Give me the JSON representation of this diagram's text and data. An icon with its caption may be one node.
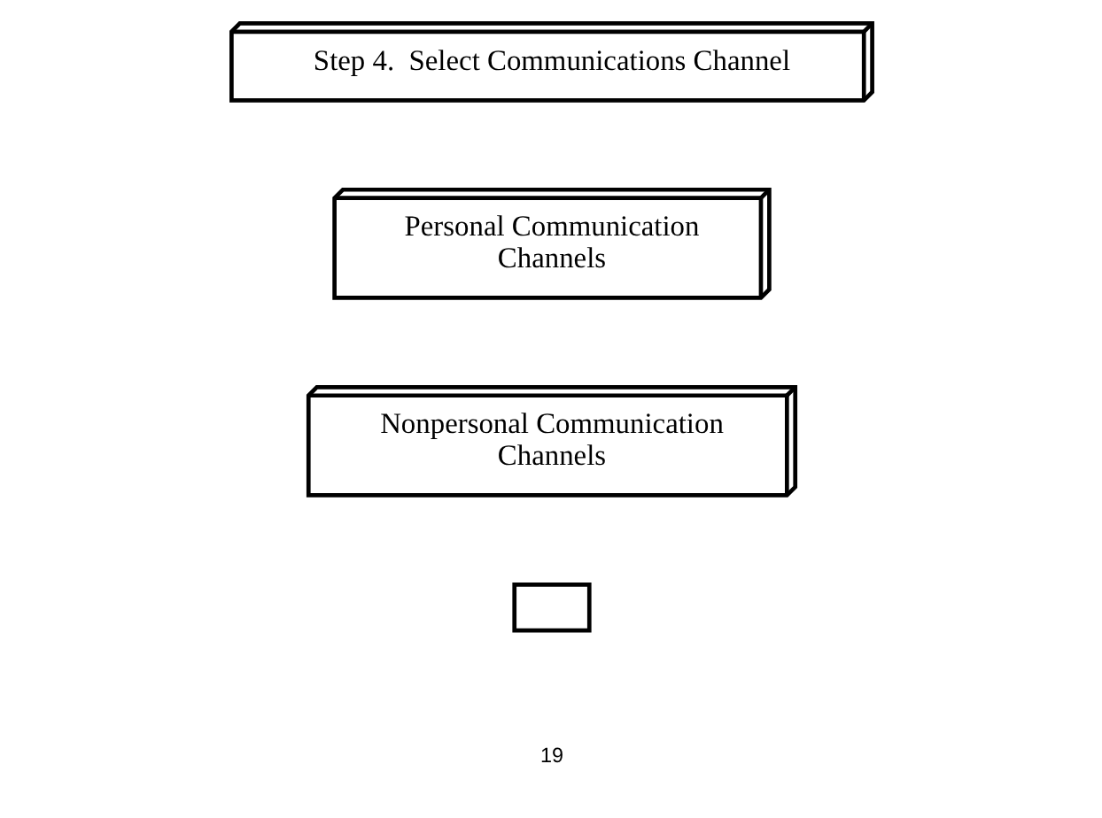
{
  "diagram": {
    "nodes": [
      {
        "text": [
          "Step 4.  Select Communications Channel"
        ]
      },
      {
        "text": [
          "Personal Communication Channels"
        ]
      },
      {
        "text": [
          "Nonpersonal Communication Channels"
        ]
      },
      {
        "text": [],
        "shape": "box"
      }
    ],
    "edges": [],
    "labels": [
      "19"
    ]
  }
}
